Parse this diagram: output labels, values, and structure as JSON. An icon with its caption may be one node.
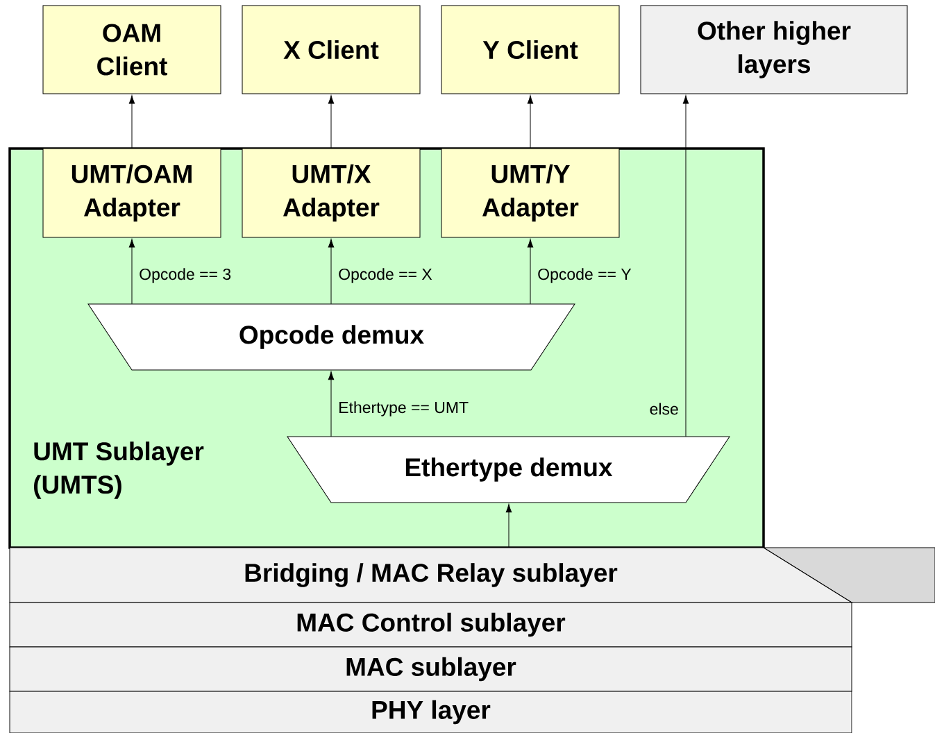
{
  "diagram": {
    "nodes": [
      {
        "text": [
          "OAM Client"
        ]
      },
      {
        "text": [
          "X Client"
        ]
      },
      {
        "text": [
          "Y Client"
        ]
      },
      {
        "text": [
          "Other higher layers"
        ]
      },
      {
        "text": [
          "UMT Sublayer (UMTS)"
        ]
      },
      {
        "text": [
          "UMT/OAM Adapter"
        ],
        "in": 4
      },
      {
        "text": [
          "UMT/X Adapter"
        ],
        "in": 4
      },
      {
        "text": [
          "UMT/Y Adapter"
        ],
        "in": 4
      },
      {
        "text": [
          "Opcode demux"
        ],
        "in": 4
      },
      {
        "text": [
          "Ethertype demux"
        ],
        "in": 4
      },
      {
        "text": [
          "Bridging / MAC Relay sublayer"
        ]
      },
      {
        "text": [
          "MAC Control sublayer"
        ]
      },
      {
        "text": [
          "MAC sublayer"
        ]
      },
      {
        "text": [
          "PHY layer"
        ]
      }
    ],
    "edges": [
      {
        "from": 5,
        "to": 0,
        "arrow": "to"
      },
      {
        "from": 6,
        "to": 1,
        "arrow": "to"
      },
      {
        "from": 7,
        "to": 2,
        "arrow": "to"
      },
      {
        "from": 8,
        "to": 5,
        "arrow": "to",
        "label": "Opcode == 3"
      },
      {
        "from": 8,
        "to": 6,
        "arrow": "to",
        "label": "Opcode == X"
      },
      {
        "from": 8,
        "to": 7,
        "arrow": "to",
        "label": "Opcode == Y"
      },
      {
        "from": 9,
        "to": 8,
        "arrow": "to",
        "label": "Ethertype == UMT"
      },
      {
        "from": 9,
        "to": 3,
        "arrow": "to",
        "label": "else"
      },
      {
        "from": 10,
        "to": 9,
        "arrow": "to"
      }
    ]
  }
}
